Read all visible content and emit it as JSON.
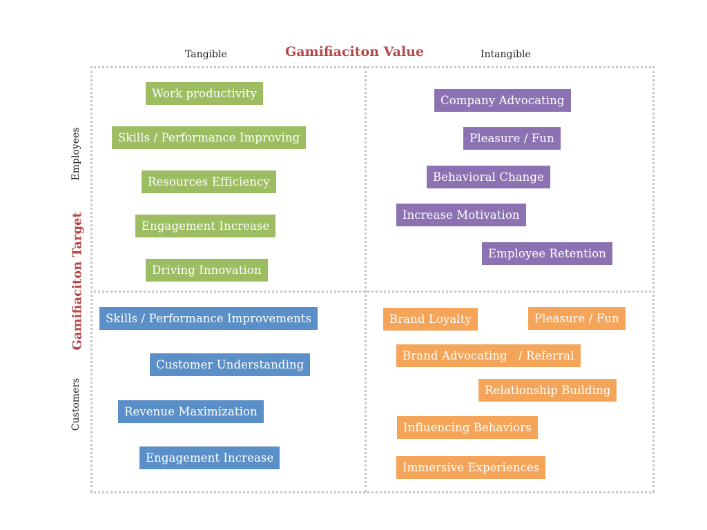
{
  "title": "Gamifiaciton Value",
  "side_title": "Gamifiaciton Target",
  "columns": [
    "Tangible",
    "Intangible"
  ],
  "rows": [
    "Employees",
    "Customers"
  ],
  "colors": {
    "title": "#b5474a",
    "employees_tangible": "#9cbd62",
    "employees_intangible": "#8c72b2",
    "customers_tangible": "#5a8fc7",
    "customers_intangible": "#f4a55a",
    "grid": "#c4c4c4"
  },
  "quadrants": {
    "employees_tangible": [
      "Work productivity",
      "Skills / Performance Improving",
      "Resources Efficiency",
      "Engagement Increase",
      "Driving Innovation"
    ],
    "employees_intangible": [
      "Company Advocating",
      "Pleasure / Fun",
      "Behavioral Change",
      "Increase Motivation",
      "Employee Retention"
    ],
    "customers_tangible": [
      "Skills / Performance Improvements",
      "Customer Understanding",
      "Revenue Maximization",
      "Engagement Increase"
    ],
    "customers_intangible": [
      "Brand Loyalty",
      "Pleasure / Fun",
      "Brand Advocating   / Referral",
      "Relationship Building",
      "Influencing Behaviors",
      "Immersive Experiences"
    ]
  }
}
